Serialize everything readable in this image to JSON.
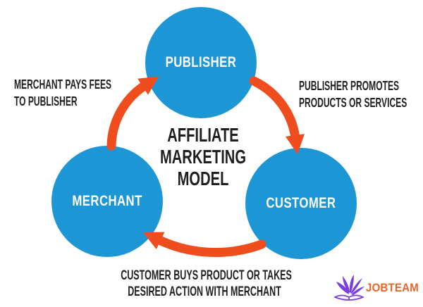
{
  "diagram": {
    "title_lines": [
      "AFFILIATE",
      "MARKETING",
      "MODEL"
    ],
    "nodes": {
      "publisher": "PUBLISHER",
      "merchant": "MERCHANT",
      "customer": "CUSTOMER"
    },
    "labels": {
      "merchant_to_publisher": [
        "MERCHANT PAYS FEES",
        "TO PUBLISHER"
      ],
      "publisher_to_customer": [
        "PUBLISHER PROMOTES",
        "PRODUCTS OR SERVICES"
      ],
      "customer_to_merchant": [
        "CUSTOMER BUYS PRODUCT OR TAKES",
        "DESIRED ACTION WITH MERCHANT"
      ]
    }
  },
  "logo": {
    "text": "JOBTEAM"
  },
  "colors": {
    "node_blue": "#1d96d5",
    "arrow_orange": "#f04d1f",
    "text_dark": "#1f1f1f",
    "logo_purple": "#7b3fe0",
    "logo_orange": "#e8652a",
    "background": "#ffffff"
  }
}
